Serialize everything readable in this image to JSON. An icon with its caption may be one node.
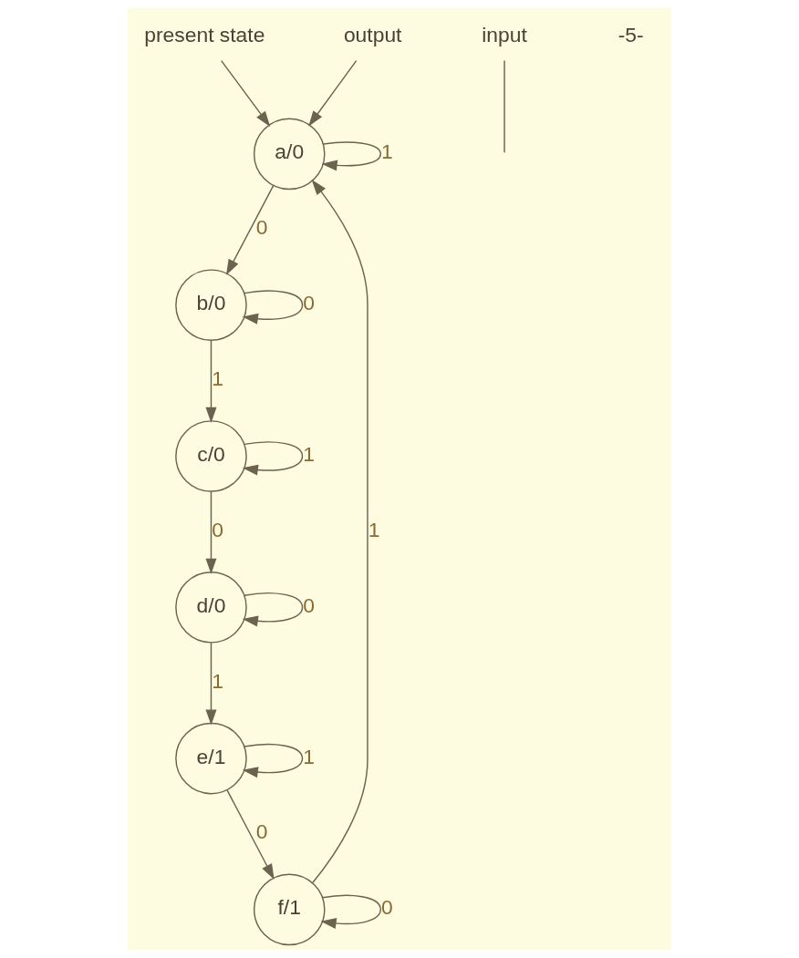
{
  "diagram": {
    "nodes": [
      {
        "text": [
          "a/0"
        ]
      },
      {
        "text": [
          "b/0"
        ]
      },
      {
        "text": [
          "c/0"
        ]
      },
      {
        "text": [
          "d/0"
        ]
      },
      {
        "text": [
          "e/1"
        ]
      },
      {
        "text": [
          "f/1"
        ]
      },
      {
        "text": [
          "present state"
        ]
      },
      {
        "text": [
          "output"
        ]
      },
      {
        "text": [
          "input"
        ]
      }
    ],
    "edges": [
      {
        "from": 0,
        "to": 0,
        "label": "1",
        "arrow": "to"
      },
      {
        "from": 0,
        "to": 1,
        "label": "0",
        "arrow": "to"
      },
      {
        "from": 1,
        "to": 1,
        "label": "0",
        "arrow": "to"
      },
      {
        "from": 1,
        "to": 2,
        "label": "1",
        "arrow": "to"
      },
      {
        "from": 2,
        "to": 2,
        "label": "1",
        "arrow": "to"
      },
      {
        "from": 2,
        "to": 3,
        "label": "0",
        "arrow": "to"
      },
      {
        "from": 3,
        "to": 3,
        "label": "0",
        "arrow": "to"
      },
      {
        "from": 3,
        "to": 4,
        "label": "1",
        "arrow": "to"
      },
      {
        "from": 4,
        "to": 4,
        "label": "1",
        "arrow": "to"
      },
      {
        "from": 4,
        "to": 5,
        "label": "0",
        "arrow": "to"
      },
      {
        "from": 5,
        "to": 5,
        "label": "0",
        "arrow": "to"
      },
      {
        "from": 5,
        "to": 0,
        "label": "1",
        "arrow": "to"
      },
      {
        "from": 6,
        "to": 0,
        "arrow": "to"
      },
      {
        "from": 7,
        "to": 0,
        "arrow": "to"
      },
      {
        "from": 8,
        "to": null,
        "arrow": "none"
      }
    ],
    "labels": [
      "-5-"
    ]
  }
}
